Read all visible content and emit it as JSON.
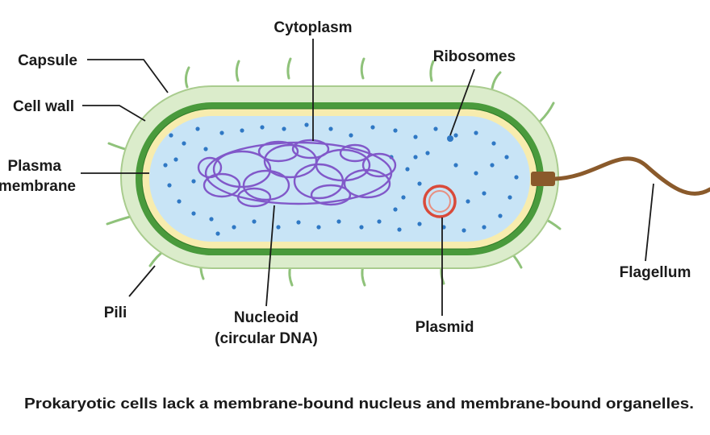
{
  "labels": {
    "capsule": "Capsule",
    "cell_wall": "Cell wall",
    "plasma_membrane_line1": "Plasma",
    "plasma_membrane_line2": "membrane",
    "cytoplasm": "Cytoplasm",
    "ribosomes": "Ribosomes",
    "pili": "Pili",
    "nucleoid_line1": "Nucleoid",
    "nucleoid_line2": "(circular DNA)",
    "plasmid": "Plasmid",
    "flagellum": "Flagellum"
  },
  "caption": "Prokaryotic cells lack a membrane-bound nucleus and membrane-bound organelles.",
  "colors": {
    "capsule": "#dbeccb",
    "capsule_edge": "#a9cc8e",
    "cell_wall": "#4a9a3c",
    "plasma_membrane": "#f7ecae",
    "cytoplasm": "#c8e4f6",
    "ribosome": "#2f78c4",
    "nucleoid": "#8158c9",
    "plasmid": "#d94a3a",
    "flagellum": "#8a5a2b"
  }
}
